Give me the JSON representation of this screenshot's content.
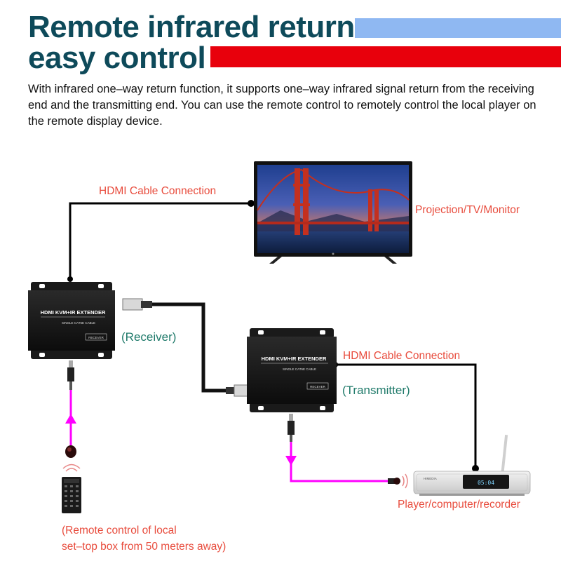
{
  "header": {
    "title_line1": "Remote infrared return",
    "title_line2": "easy control",
    "accent_blue": "#8fb8f2",
    "accent_red": "#e8000c"
  },
  "description": "With infrared one–way return function, it supports one–way infrared signal return from the receiving end and the transmitting end. You can use the remote control to remotely control the local player on the remote display device.",
  "diagram": {
    "hdmi_label_top": "HDMI Cable Connection",
    "hdmi_label_right": "HDMI Cable Connection",
    "display_label": "Projection/TV/Monitor",
    "receiver_label": "(Receiver)",
    "transmitter_label": "(Transmitter)",
    "player_label": "Player/computer/recorder",
    "remote_label_line1": "(Remote control of local",
    "remote_label_line2": "set–top box from 50 meters away)",
    "device_title": "HDMI KVM+IR EXTENDER",
    "device_subtitle": "SINGLE CAT6E CABLE",
    "receiver_tag": "RECEVER",
    "transmitter_tag": "RECEVER",
    "player_brand": "HIMEDIA",
    "player_display": "05:04",
    "colors": {
      "label_red": "#e84c3d",
      "label_green": "#1f7a6a",
      "ir_cable": "#ff00ff"
    }
  }
}
